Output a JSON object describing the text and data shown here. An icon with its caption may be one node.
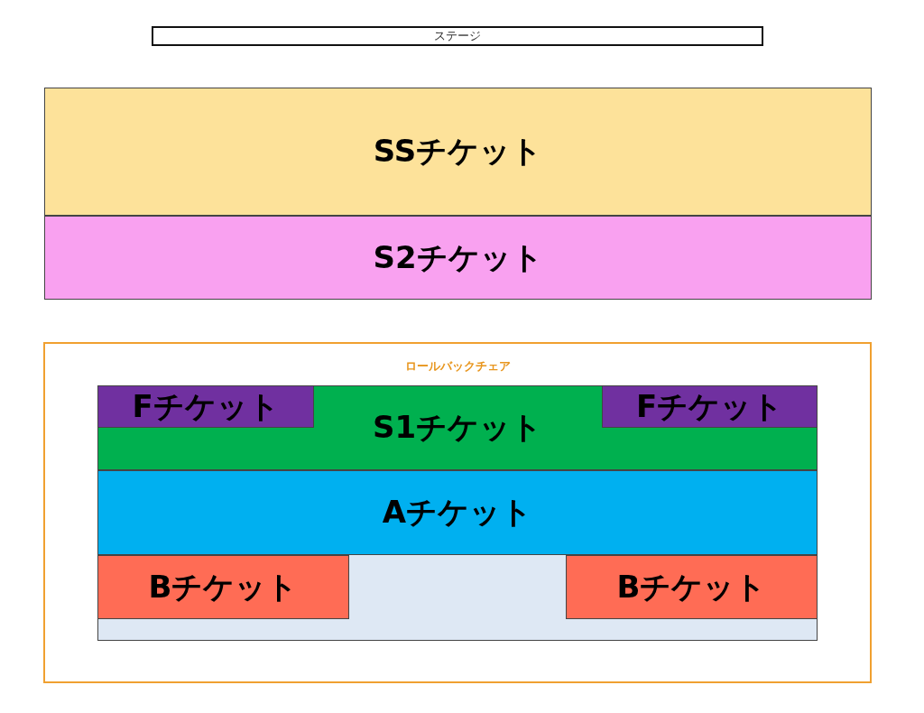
{
  "diagram": {
    "nodes": [
      {
        "text": [
          "ステージ"
        ]
      },
      {
        "text": [
          "SSチケット"
        ]
      },
      {
        "text": [
          "S2チケット"
        ]
      },
      {
        "text": [
          "ロールバックチェア"
        ]
      },
      {
        "text": [],
        "shape": "box",
        "in": 3
      },
      {
        "text": [
          "S1チケット"
        ],
        "in": 4
      },
      {
        "text": [
          "Fチケット"
        ],
        "in": 5
      },
      {
        "text": [
          "Fチケット"
        ],
        "in": 5
      },
      {
        "text": [
          "Aチケット"
        ],
        "in": 4
      },
      {
        "text": [
          "Bチケット"
        ],
        "in": 4
      },
      {
        "text": [
          "Bチケット"
        ],
        "in": 4
      }
    ]
  }
}
